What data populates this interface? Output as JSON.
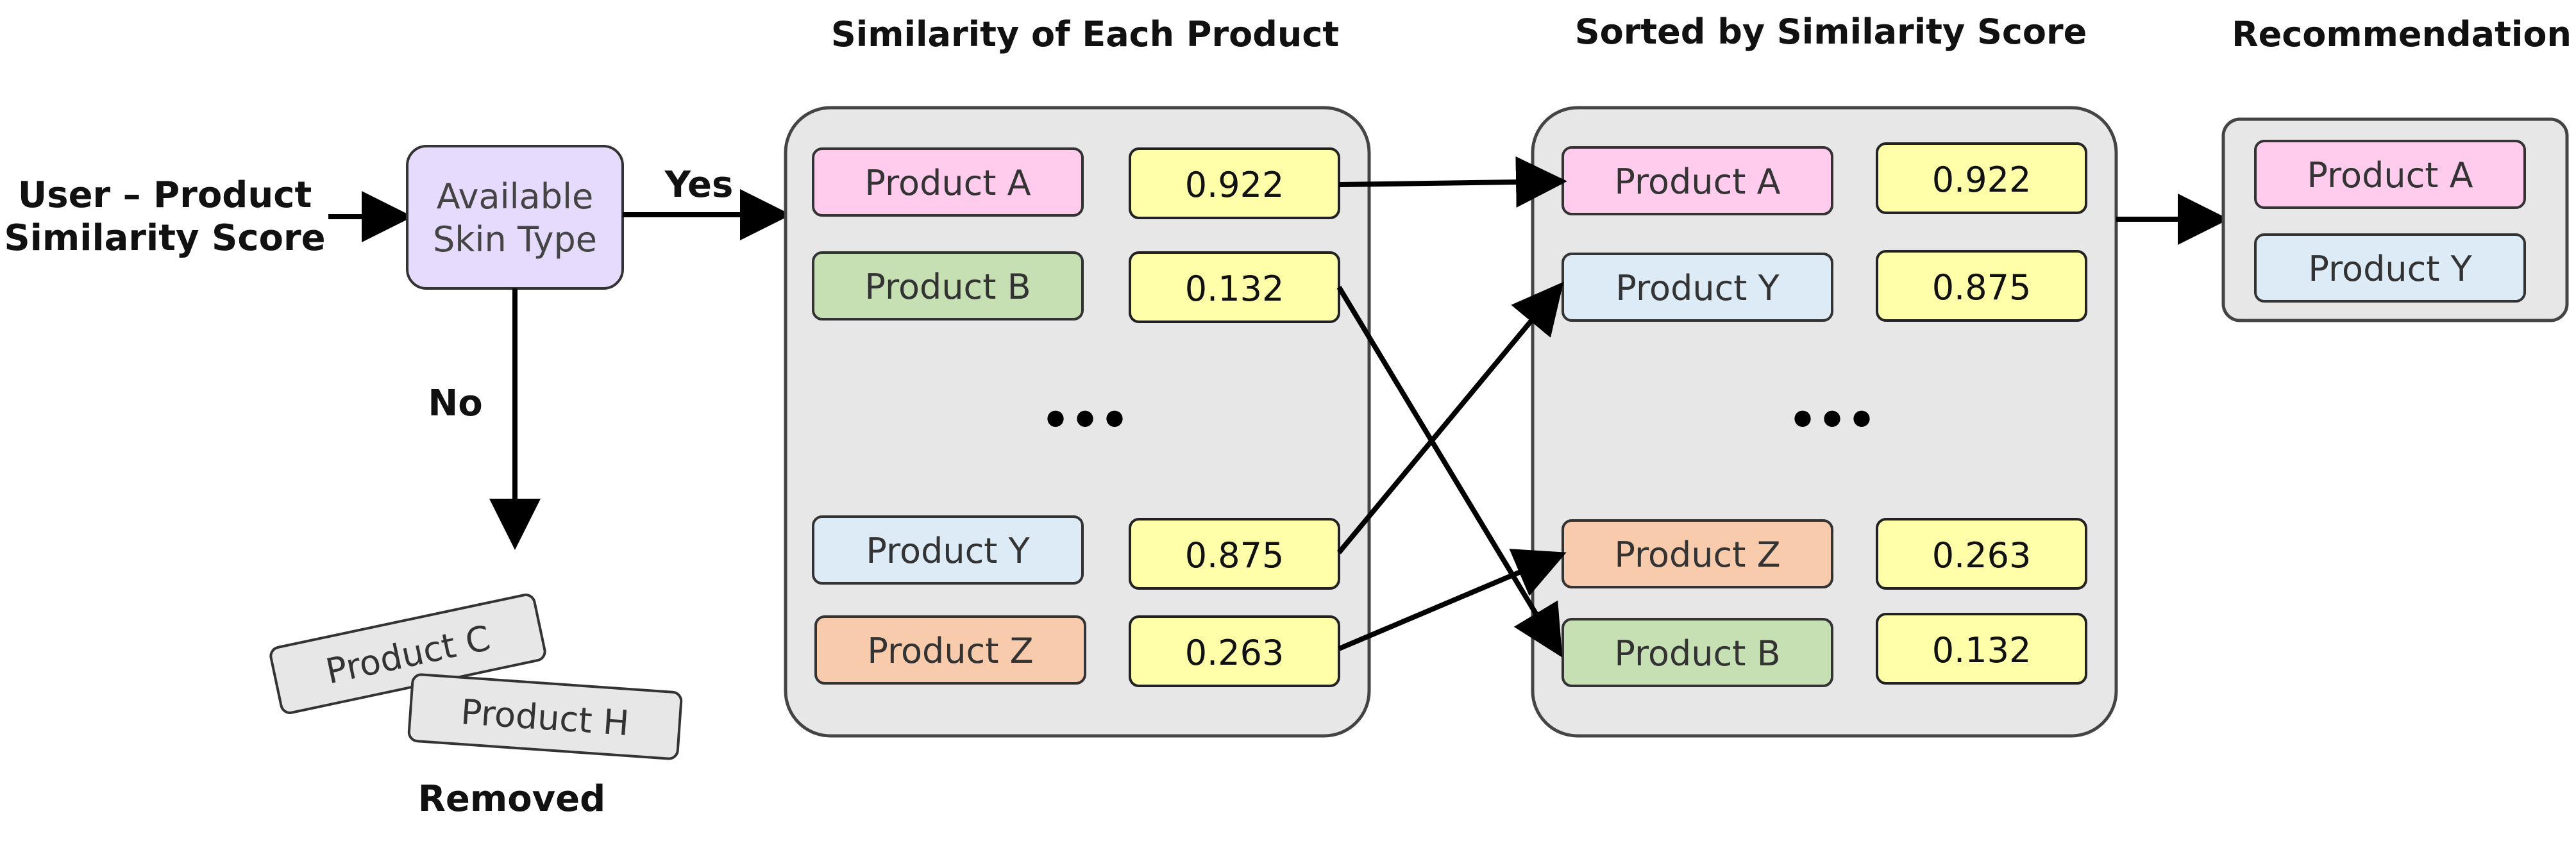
{
  "titles": {
    "similarity": "Similarity of Each Product",
    "sorted": "Sorted by Similarity Score",
    "recommendation": "Recommendation"
  },
  "input": {
    "line1": "User – Product",
    "line2": "Similarity Score"
  },
  "decision": {
    "line1": "Available",
    "line2": "Skin Type"
  },
  "branches": {
    "yes": "Yes",
    "no": "No"
  },
  "removed": {
    "items": [
      "Product C",
      "Product H"
    ],
    "label": "Removed"
  },
  "similarity_list": [
    {
      "name": "Product A",
      "score": "0.922"
    },
    {
      "name": "Product B",
      "score": "0.132"
    },
    {
      "name": "Product Y",
      "score": "0.875"
    },
    {
      "name": "Product Z",
      "score": "0.263"
    }
  ],
  "sorted_list": [
    {
      "name": "Product A",
      "score": "0.922"
    },
    {
      "name": "Product Y",
      "score": "0.875"
    },
    {
      "name": "Product Z",
      "score": "0.263"
    },
    {
      "name": "Product B",
      "score": "0.132"
    }
  ],
  "ellipsis": "•••",
  "recommendation": [
    "Product A",
    "Product Y"
  ],
  "colors": {
    "product_a": "#FFCCEE",
    "product_b": "#C6E0B4",
    "product_y": "#DDEBF7",
    "product_z": "#F8CBAD",
    "score": "#FFFFAA",
    "decision": "#E6DAFD",
    "panel": "#E7E7E7",
    "removed": "#E7E7E7"
  }
}
